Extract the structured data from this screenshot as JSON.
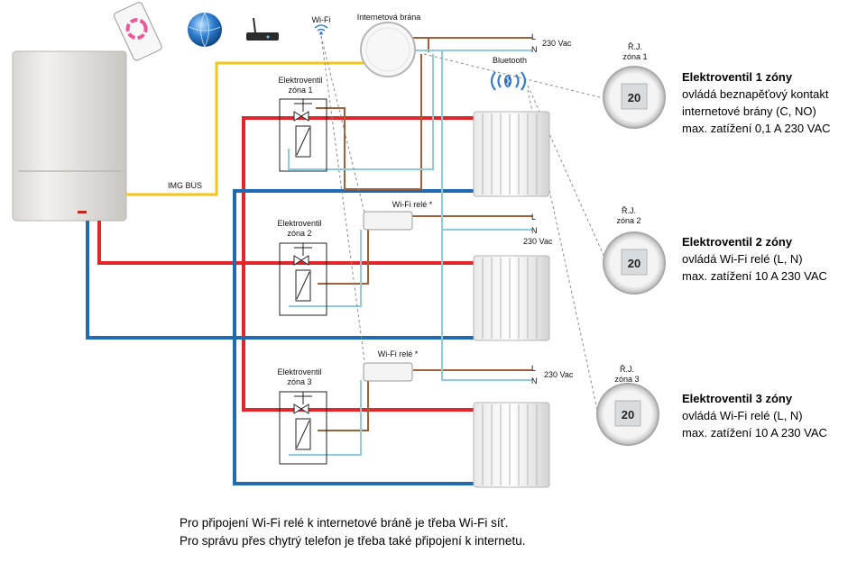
{
  "labels": {
    "wifi": "Wi-Fi",
    "gateway": "Internetová brána",
    "bluetooth": "Bluetooth",
    "img_bus": "IMG BUS",
    "l": "L",
    "n": "N",
    "v230": "230 Vac",
    "wifi_relay": "Wi-Fi relé *",
    "thermo_time": "20"
  },
  "valves": [
    {
      "line1": "Elektroventil",
      "line2": "zóna 1"
    },
    {
      "line1": "Elektroventil",
      "line2": "zóna 2"
    },
    {
      "line1": "Elektroventil",
      "line2": "zóna 3"
    }
  ],
  "thermostats": [
    {
      "line1": "Ř.J.",
      "line2": "zóna 1"
    },
    {
      "line1": "Ř.J.",
      "line2": "zóna 2"
    },
    {
      "line1": "Ř.J.",
      "line2": "zóna 3"
    }
  ],
  "zones": [
    {
      "title": "Elektroventil 1 zóny",
      "lines": [
        "ovládá beznapěťový kontakt",
        "internetové brány (C, NO)",
        "max. zatížení 0,1 A 230 VAC"
      ]
    },
    {
      "title": "Elektroventil 2 zóny",
      "lines": [
        "ovládá Wi-Fi relé (L, N)",
        "max. zatížení 10 A 230 VAC"
      ]
    },
    {
      "title": "Elektroventil 3 zóny",
      "lines": [
        "ovládá Wi-Fi relé (L, N)",
        "max. zatížení 10 A 230 VAC"
      ]
    }
  ],
  "footer": {
    "line1": "Pro připojení Wi-Fi relé k internetové bráně je třeba Wi-Fi síť.",
    "line2": "Pro správu přes chytrý telefon je třeba také připojení k internetu."
  },
  "colors": {
    "red_pipe": "#e1262c",
    "blue_pipe": "#1f6ab0",
    "brown_wire": "#a0603a",
    "light_blue_wire": "#8ccbe0",
    "yellow_bus": "#f5c518"
  }
}
